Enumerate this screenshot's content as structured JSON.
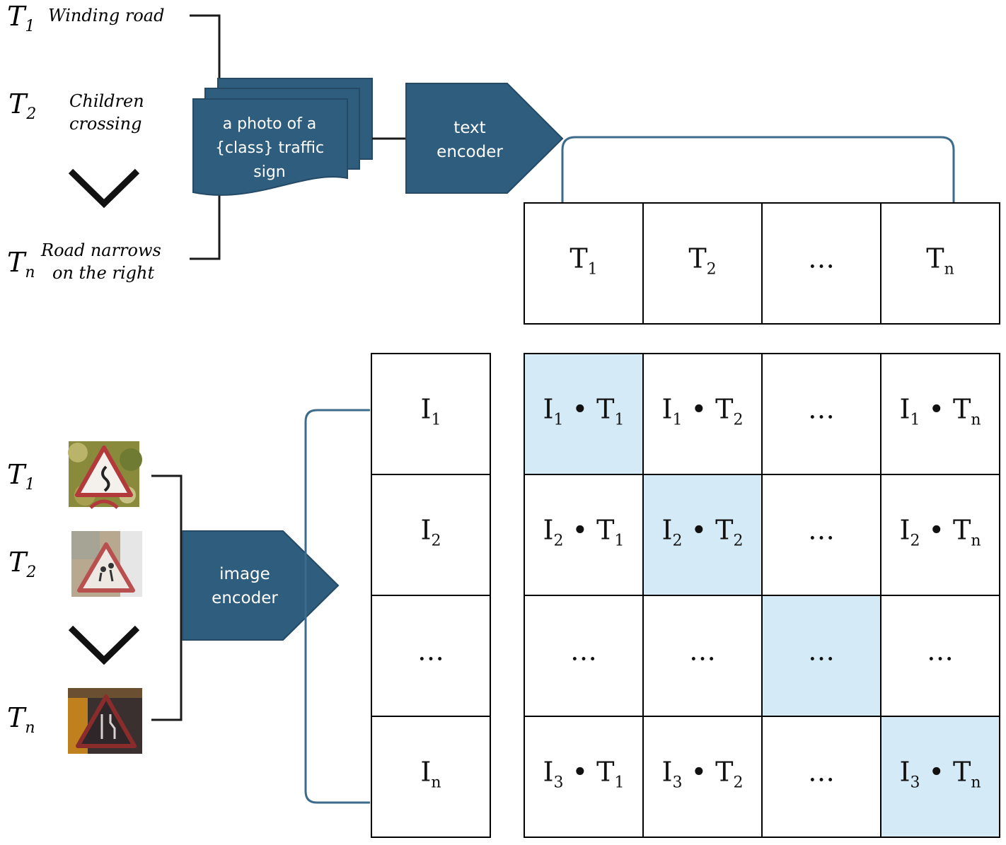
{
  "colors": {
    "block_fill": "#2f5d7e",
    "block_stroke": "#244a66",
    "diagonal_highlight": "#d4ebf7",
    "grid_stroke": "#000000",
    "bracket_line": "#1a1a1a",
    "connector_line": "#3d6b8c"
  },
  "text_side": {
    "labels": [
      {
        "sym": "T",
        "sub": "1",
        "caption": [
          "Winding road"
        ]
      },
      {
        "sym": "T",
        "sub": "2",
        "caption": [
          "Children",
          "crossing"
        ]
      },
      {
        "sym": "T",
        "sub": "n",
        "caption": [
          "Road narrows",
          "on the right"
        ]
      }
    ],
    "ellipsis_icon": "chevron-down-icon",
    "template_text": [
      "a photo of a",
      "{class} traffic",
      "sign"
    ],
    "encoder_label": [
      "text",
      "encoder"
    ],
    "embeddings": [
      {
        "sym": "T",
        "sub": "1"
      },
      {
        "sym": "T",
        "sub": "2"
      },
      {
        "sym": "…",
        "sub": ""
      },
      {
        "sym": "T",
        "sub": "n"
      }
    ]
  },
  "image_side": {
    "labels": [
      {
        "sym": "T",
        "sub": "1",
        "image": "winding-road-sign-photo"
      },
      {
        "sym": "T",
        "sub": "2",
        "image": "children-crossing-sign-photo"
      },
      {
        "sym": "T",
        "sub": "n",
        "image": "road-narrows-sign-photo"
      }
    ],
    "ellipsis_icon": "chevron-down-icon",
    "encoder_label": [
      "image",
      "encoder"
    ],
    "embeddings": [
      {
        "sym": "I",
        "sub": "1"
      },
      {
        "sym": "I",
        "sub": "2"
      },
      {
        "sym": "…",
        "sub": ""
      },
      {
        "sym": "I",
        "sub": "n"
      }
    ]
  },
  "similarity_matrix": [
    [
      {
        "a": "I",
        "as": "1",
        "b": "T",
        "bs": "1",
        "hl": true
      },
      {
        "a": "I",
        "as": "1",
        "b": "T",
        "bs": "2",
        "hl": false
      },
      {
        "dots": true,
        "hl": false
      },
      {
        "a": "I",
        "as": "1",
        "b": "T",
        "bs": "n",
        "hl": false
      }
    ],
    [
      {
        "a": "I",
        "as": "2",
        "b": "T",
        "bs": "1",
        "hl": false
      },
      {
        "a": "I",
        "as": "2",
        "b": "T",
        "bs": "2",
        "hl": true
      },
      {
        "dots": true,
        "hl": false
      },
      {
        "a": "I",
        "as": "2",
        "b": "T",
        "bs": "n",
        "hl": false
      }
    ],
    [
      {
        "dots": true,
        "hl": false
      },
      {
        "dots": true,
        "hl": false
      },
      {
        "dots": true,
        "hl": true
      },
      {
        "dots": true,
        "hl": false
      }
    ],
    [
      {
        "a": "I",
        "as": "3",
        "b": "T",
        "bs": "1",
        "hl": false
      },
      {
        "a": "I",
        "as": "3",
        "b": "T",
        "bs": "2",
        "hl": false
      },
      {
        "dots": true,
        "hl": false
      },
      {
        "a": "I",
        "as": "3",
        "b": "T",
        "bs": "n",
        "hl": true
      }
    ]
  ],
  "dot_operator": "•",
  "ellipsis": "…"
}
